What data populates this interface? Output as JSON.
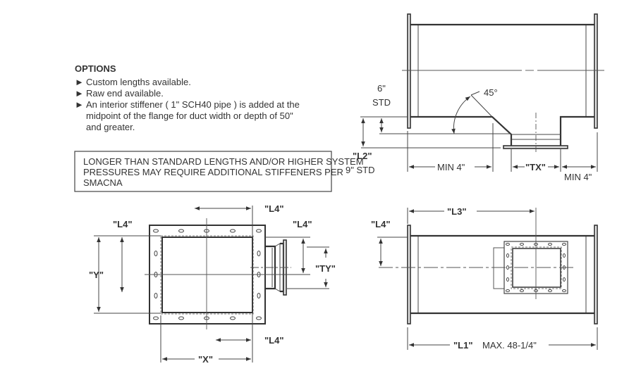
{
  "options": {
    "title": "OPTIONS",
    "items": [
      "Custom lengths available.",
      "Raw end available.",
      "An interior stiffener ( 1\" SCH40 pipe ) is added at the",
      "midpoint of the flange for duct width or depth of 50\"",
      "and greater."
    ]
  },
  "notice": {
    "lines": [
      "LONGER THAN STANDARD LENGTHS AND/OR HIGHER SYSTEM",
      "PRESSURES MAY REQUIRE ADDITIONAL STIFFENERS PER",
      "SMACNA"
    ]
  },
  "side_view": {
    "std6": "6\"",
    "std6b": "STD",
    "angle": "45°",
    "l2": "\"L2\"",
    "l2_std": "9\" STD",
    "min4_left": "MIN 4\"",
    "tx": "\"TX\"",
    "min4_right": "MIN 4\""
  },
  "end_view": {
    "l4_top": "\"L4\"",
    "l4_left": "\"L4\"",
    "l4_right": "\"L4\"",
    "l4_bottom": "\"L4\"",
    "y": "\"Y\"",
    "ty": "\"TY\"",
    "x": "\"X\""
  },
  "top_view": {
    "l3": "\"L3\"",
    "l4": "\"L4\"",
    "l1": "\"L1\"",
    "l1_max": "MAX. 48-1/4\""
  }
}
